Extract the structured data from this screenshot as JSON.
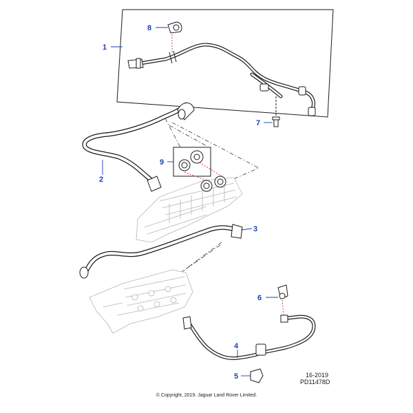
{
  "callouts": {
    "c1": "1",
    "c2": "2",
    "c3": "3",
    "c4": "4",
    "c5": "5",
    "c6": "6",
    "c7": "7",
    "c8": "8",
    "c9": "9"
  },
  "reference": {
    "date_code": "16-2019",
    "drawing_number": "PD11478D"
  },
  "copyright": "© Copyright, 2019. Jaguar Land Rover Limited.",
  "colors": {
    "callout": "#1a3fb5",
    "linework": "#1a1a1a",
    "background_parts": "#b5b5b5"
  }
}
